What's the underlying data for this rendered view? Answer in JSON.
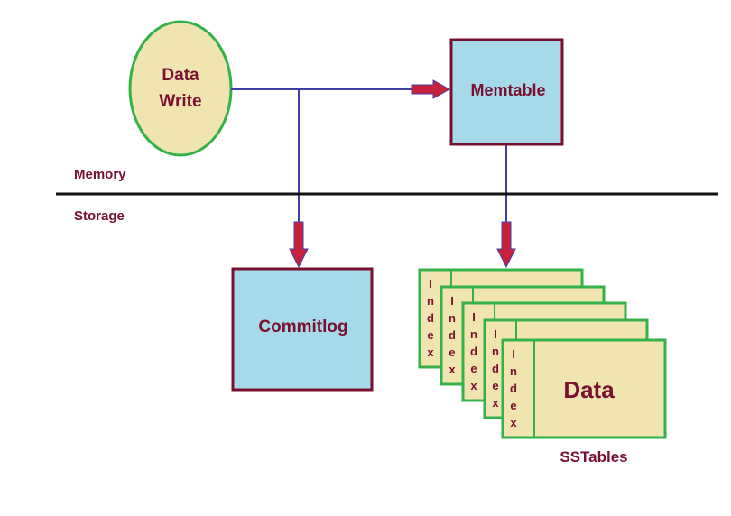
{
  "data_write": {
    "line1": "Data",
    "line2": "Write"
  },
  "memtable": {
    "label": "Memtable"
  },
  "commitlog": {
    "label": "Commitlog"
  },
  "memory_label": "Memory",
  "storage_label": "Storage",
  "sstable_index_letters": [
    "I",
    "n",
    "d",
    "e",
    "x"
  ],
  "sstable_data_label": "Data",
  "sstables_label": "SSTables",
  "colors": {
    "ellipse_fill": "#f0e4b0",
    "ellipse_stroke": "#33b24a",
    "box_fill": "#a6d9ea",
    "box_stroke": "#7a1030",
    "sstable_fill": "#f0e4b0",
    "sstable_stroke": "#33b24a",
    "line": "#4040a8",
    "arrow": "#c8203c",
    "text": "#7a1030"
  }
}
